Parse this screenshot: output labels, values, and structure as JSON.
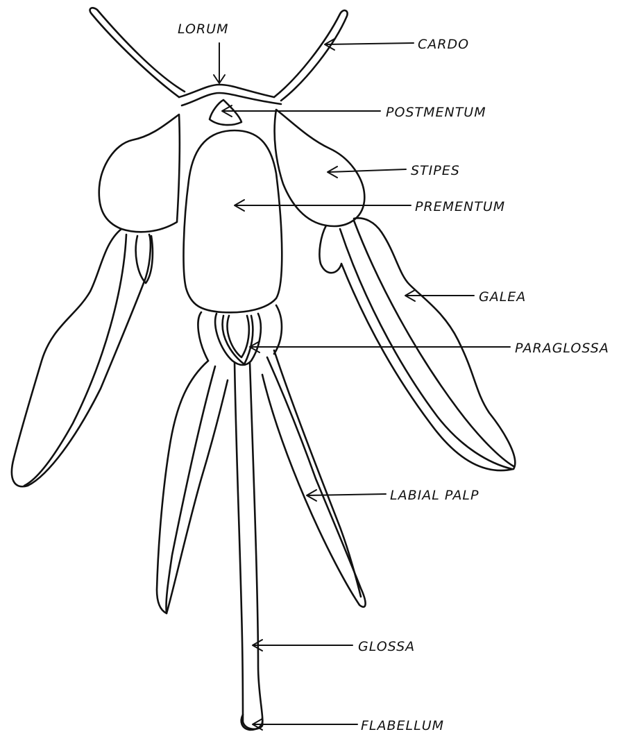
{
  "labels": {
    "lorum": "LORUM",
    "cardo": "CARDO",
    "postmentum": "POSTMENTUM",
    "stipes": "STIPES",
    "prementum": "PREMENTUM",
    "galea": "GALEA",
    "paraglossa": "PARAGLOSSA",
    "labial_palp": "LABIAL PALP",
    "glossa": "GLOSSA",
    "flabellum": "FLABELLUM"
  }
}
